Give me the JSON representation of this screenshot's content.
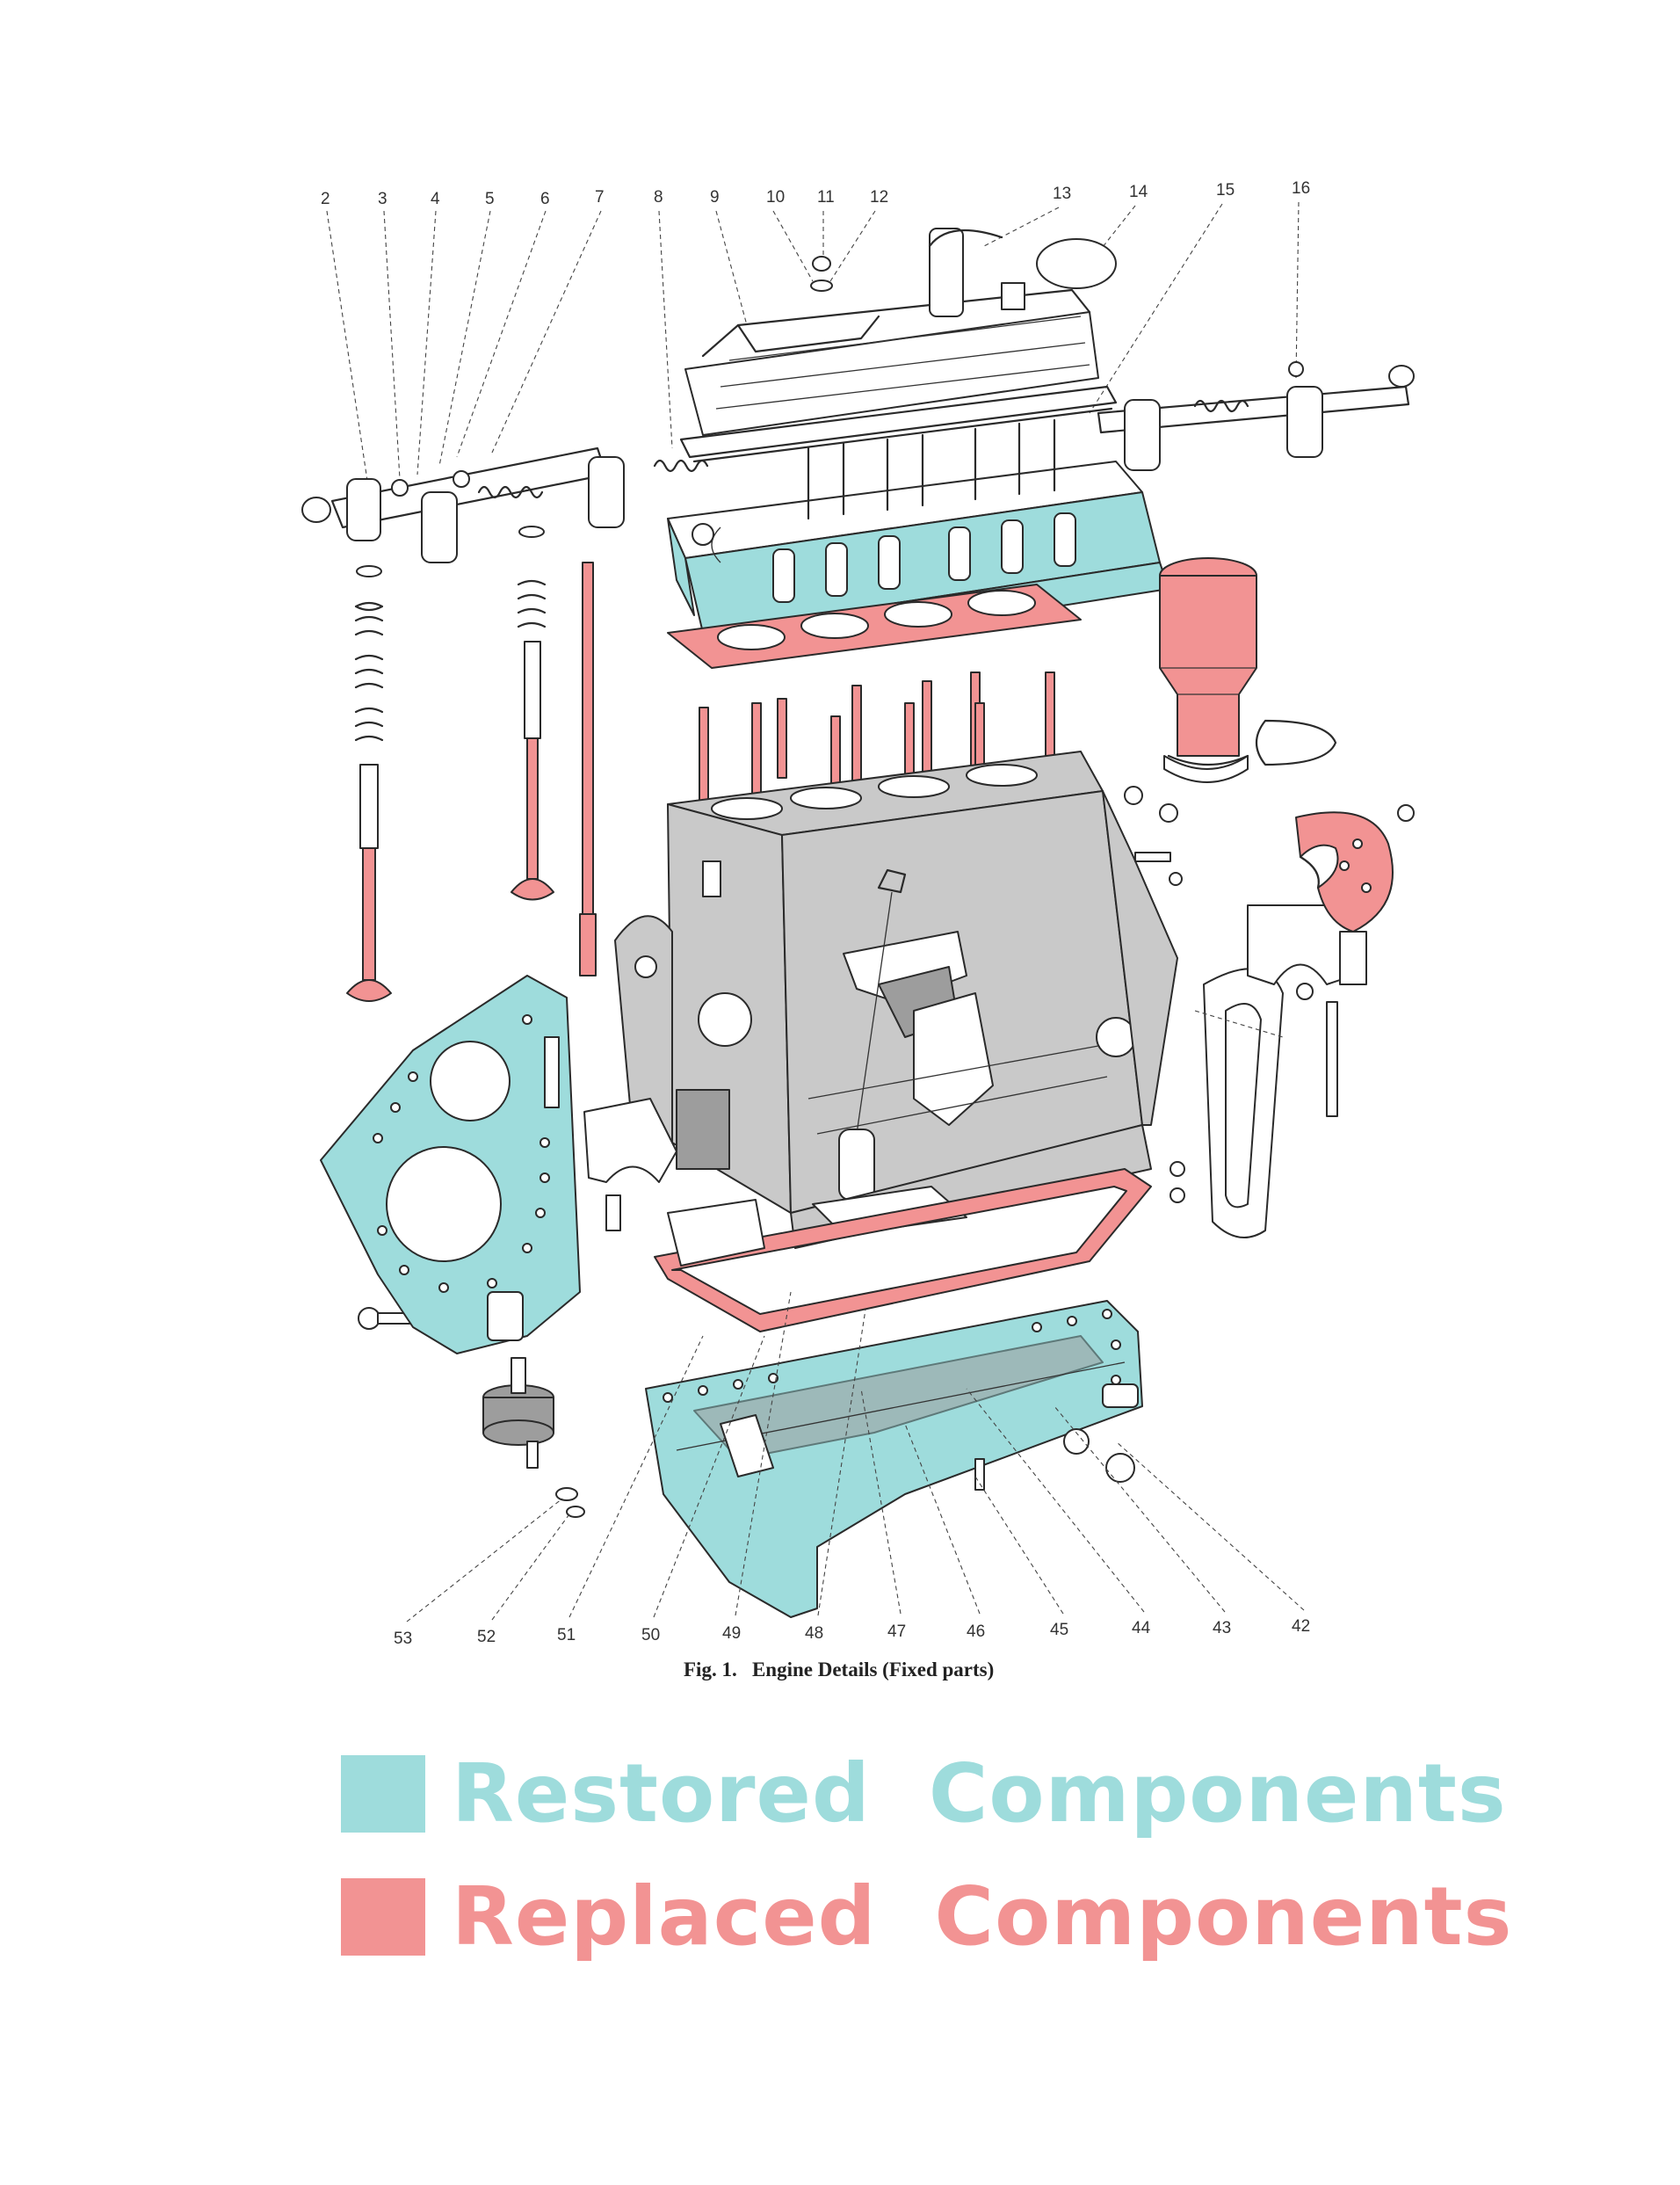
{
  "figure": {
    "caption": "Fig. 1.   Engine Details (Fixed parts)",
    "top_callouts": [
      "2",
      "3",
      "4",
      "5",
      "6",
      "7",
      "8",
      "9",
      "10",
      "11",
      "12",
      "13",
      "14",
      "15",
      "16"
    ],
    "bottom_callouts": [
      "53",
      "52",
      "51",
      "50",
      "49",
      "48",
      "47",
      "46",
      "45",
      "44",
      "43",
      "42"
    ]
  },
  "legend": {
    "items": [
      {
        "label": "Restored  Components",
        "color": "#9edcdc"
      },
      {
        "label": "Replaced  Components",
        "color": "#f29393"
      }
    ]
  }
}
